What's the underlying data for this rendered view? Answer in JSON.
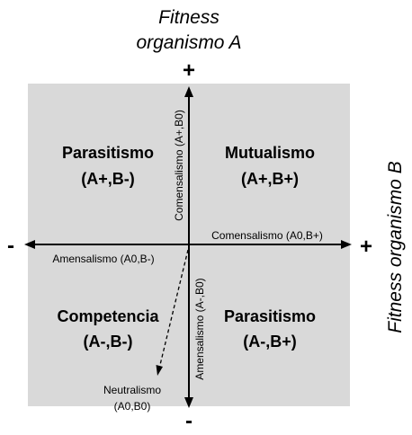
{
  "colors": {
    "background": "#ffffff",
    "quadrant_fill": "#d9d9d9",
    "axis": "#000000",
    "text": "#000000"
  },
  "titles": {
    "y_axis_line1": "Fitness",
    "y_axis_line2": "organismo A",
    "x_axis": "Fitness organismo B"
  },
  "signs": {
    "top": "+",
    "bottom": "-",
    "left": "-",
    "right": "+"
  },
  "quadrants": {
    "top_left": {
      "name": "Parasitismo",
      "code": "(A+,B-)"
    },
    "top_right": {
      "name": "Mutualismo",
      "code": "(A+,B+)"
    },
    "bottom_left": {
      "name": "Competencia",
      "code": "(A-,B-)"
    },
    "bottom_right": {
      "name": "Parasitismo",
      "code": "(A-,B+)"
    }
  },
  "axis_labels": {
    "up": "Comensalismo (A+,B0)",
    "right": "Comensalismo (A0,B+)",
    "left": "Amensalismo (A0,B-)",
    "down": "Amensalismo (A-,B0)"
  },
  "neutral": {
    "line1": "Neutralismo",
    "line2": "(A0,B0)"
  },
  "icons": {
    "axis_arrows": "arrowhead-icon",
    "neutral_arrow": "dashed-arrow-icon"
  }
}
